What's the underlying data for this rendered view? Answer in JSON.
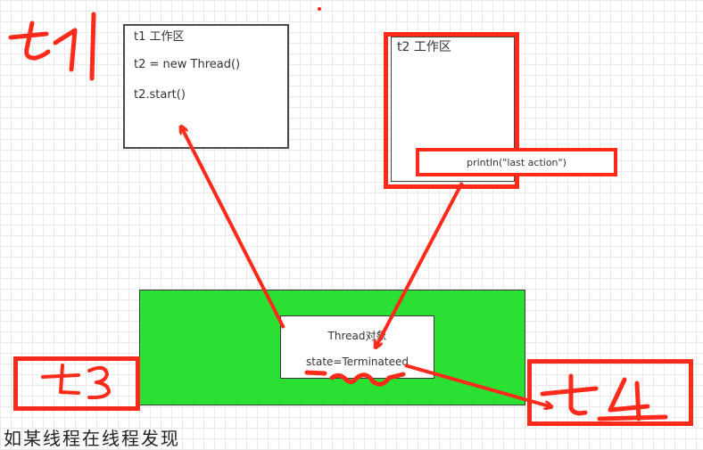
{
  "t1": {
    "lines": [
      "t1 工作区",
      "t2 = new Thread()",
      "t2.start()"
    ]
  },
  "t2": {
    "title": "t2 工作区",
    "println": "println(\"last action\")"
  },
  "thread_object": {
    "title": "Thread对象",
    "state": "state=Terminateed"
  },
  "bottom_text": "如某线程在线程发现",
  "colors": {
    "annotation_red": "#ff2a1a",
    "heap_green": "#29e033",
    "box_border": "#4b4b4b"
  }
}
